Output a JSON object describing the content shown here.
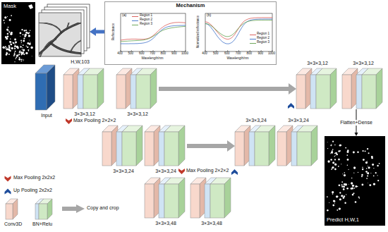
{
  "diagram": {
    "nodes": [
      {
        "text": [
          "Mask"
        ]
      },
      {
        "text": [
          "H,W,103"
        ]
      },
      {
        "text": [
          "Mechanism"
        ]
      },
      {
        "text": [
          "Input"
        ]
      },
      {
        "text": [
          "3×3×3,12"
        ]
      },
      {
        "text": [
          "3×3×3,12"
        ]
      },
      {
        "text": [
          "3×3×3,24"
        ]
      },
      {
        "text": [
          "3×3×3,24"
        ]
      },
      {
        "text": [
          "3×3×3,48"
        ]
      },
      {
        "text": [
          "3×3×3,48"
        ]
      },
      {
        "text": [
          "3×3×3,24"
        ]
      },
      {
        "text": [
          "3×3×3,24"
        ]
      },
      {
        "text": [
          "3×3×3,12"
        ]
      },
      {
        "text": [
          "3×3×3,12"
        ]
      },
      {
        "text": [
          "Predict H,W,1"
        ]
      }
    ],
    "edges": [
      {
        "from": 2,
        "to": 1,
        "arrow": "to"
      },
      {
        "from": 5,
        "to": 12,
        "arrow": "to"
      },
      {
        "from": 7,
        "to": 10,
        "arrow": "to"
      },
      {
        "from": 13,
        "to": 14,
        "label": "Flatten+Dense",
        "arrow": "to"
      }
    ],
    "labels": [
      "Max Pooling 2×2×2",
      "Max Pooling 2×2×2",
      "(a)",
      "Reflectance",
      "Wavelength/nm",
      "(b)",
      "Normalized reflectance",
      "Wavelength/nm",
      "Region 1",
      "Region 2",
      "Region 3",
      "Region 1",
      "Region 2",
      "Region 3",
      "400",
      "500",
      "600",
      "700",
      "800",
      "900",
      "1000",
      "400",
      "500",
      "600",
      "700",
      "800",
      "900",
      "1000"
    ],
    "legend": [
      {
        "text": "Max Pooling 2x2x2"
      },
      {
        "text": "Up Pooling 2x2x2"
      },
      {
        "text": "Copy and crop"
      },
      {
        "text": "Conv3D",
        "color": "#f8d8cc"
      },
      {
        "text": "BN+Relu",
        "color": "#cfe3f4"
      }
    ]
  }
}
